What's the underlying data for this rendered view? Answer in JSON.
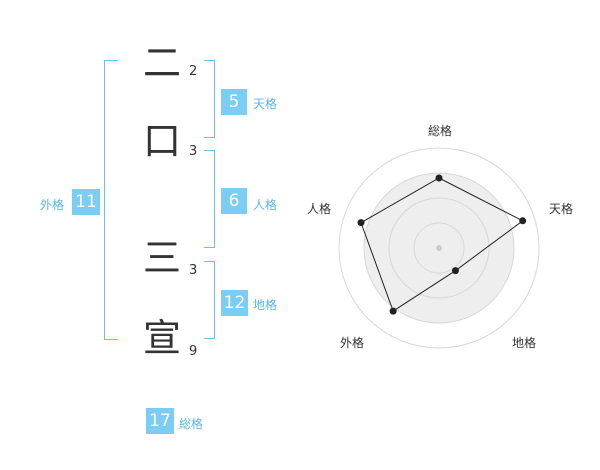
{
  "name": {
    "chars": [
      {
        "char": "二",
        "strokes": "2"
      },
      {
        "char": "口",
        "strokes": "3"
      },
      {
        "char": "三",
        "strokes": "3"
      },
      {
        "char": "宣",
        "strokes": "9"
      }
    ]
  },
  "fortunes": {
    "tenkaku": {
      "label": "天格",
      "value": "5"
    },
    "jinkaku": {
      "label": "人格",
      "value": "6"
    },
    "chikaku": {
      "label": "地格",
      "value": "12"
    },
    "gaikaku": {
      "label": "外格",
      "value": "11"
    },
    "soukaku": {
      "label": "総格",
      "value": "17"
    }
  },
  "colors": {
    "accent": "#7ccdf3",
    "bracket": "#6ec1ee",
    "radar_fill": "#eeeeee"
  },
  "chart_data": {
    "type": "radar",
    "axes": [
      "総格",
      "天格",
      "地格",
      "外格",
      "人格"
    ],
    "values": [
      0.7,
      0.88,
      0.28,
      0.78,
      0.82
    ],
    "range": [
      0,
      1
    ],
    "rings": 4
  }
}
